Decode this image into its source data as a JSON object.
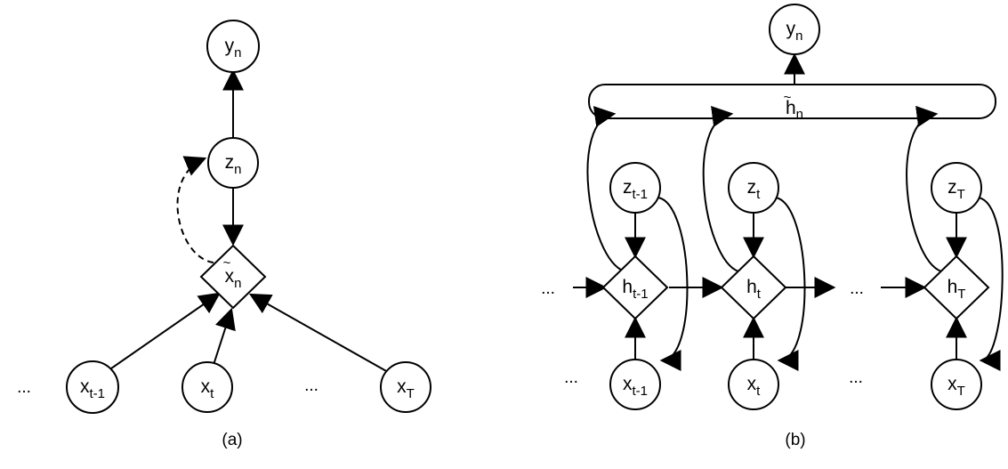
{
  "panel_a": {
    "caption": "(a)",
    "y": {
      "base": "y",
      "sub": "n"
    },
    "z": {
      "base": "z",
      "sub": "n"
    },
    "xtilde": {
      "base": "x",
      "sub": "n",
      "accent": "~"
    },
    "x_prev": {
      "base": "x",
      "sub": "t-1"
    },
    "x_t": {
      "base": "x",
      "sub": "t"
    },
    "x_T": {
      "base": "x",
      "sub": "T"
    },
    "ellipsis_left": "...",
    "ellipsis_mid": "..."
  },
  "panel_b": {
    "caption": "(b)",
    "y": {
      "base": "y",
      "sub": "n"
    },
    "htilde": {
      "base": "h",
      "sub": "n",
      "accent": "~"
    },
    "z_prev": {
      "base": "z",
      "sub": "t-1"
    },
    "z_t": {
      "base": "z",
      "sub": "t"
    },
    "z_T": {
      "base": "z",
      "sub": "T"
    },
    "h_prev": {
      "base": "h",
      "sub": "t-1"
    },
    "h_t": {
      "base": "h",
      "sub": "t"
    },
    "h_T": {
      "base": "h",
      "sub": "T"
    },
    "x_prev": {
      "base": "x",
      "sub": "t-1"
    },
    "x_t": {
      "base": "x",
      "sub": "t"
    },
    "x_T": {
      "base": "x",
      "sub": "T"
    },
    "ellipsis_top_left": "...",
    "ellipsis_top_mid": "...",
    "ellipsis_bottom_left": "...",
    "ellipsis_bottom_mid": "..."
  }
}
